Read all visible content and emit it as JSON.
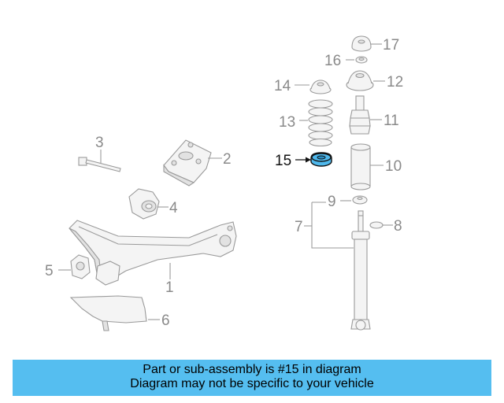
{
  "diagram": {
    "callouts": {
      "c1": "1",
      "c2": "2",
      "c3": "3",
      "c4": "4",
      "c5": "5",
      "c6": "6",
      "c7": "7",
      "c8": "8",
      "c9": "9",
      "c10": "10",
      "c11": "11",
      "c12": "12",
      "c13": "13",
      "c14": "14",
      "c15": "15",
      "c16": "16",
      "c17": "17"
    },
    "highlighted_part": "15",
    "highlight_color": "#4fb8ec"
  },
  "banner": {
    "line1": "Part or sub-assembly is #15 in diagram",
    "line2": "Diagram may not be specific to your vehicle",
    "background": "#55bef0"
  }
}
